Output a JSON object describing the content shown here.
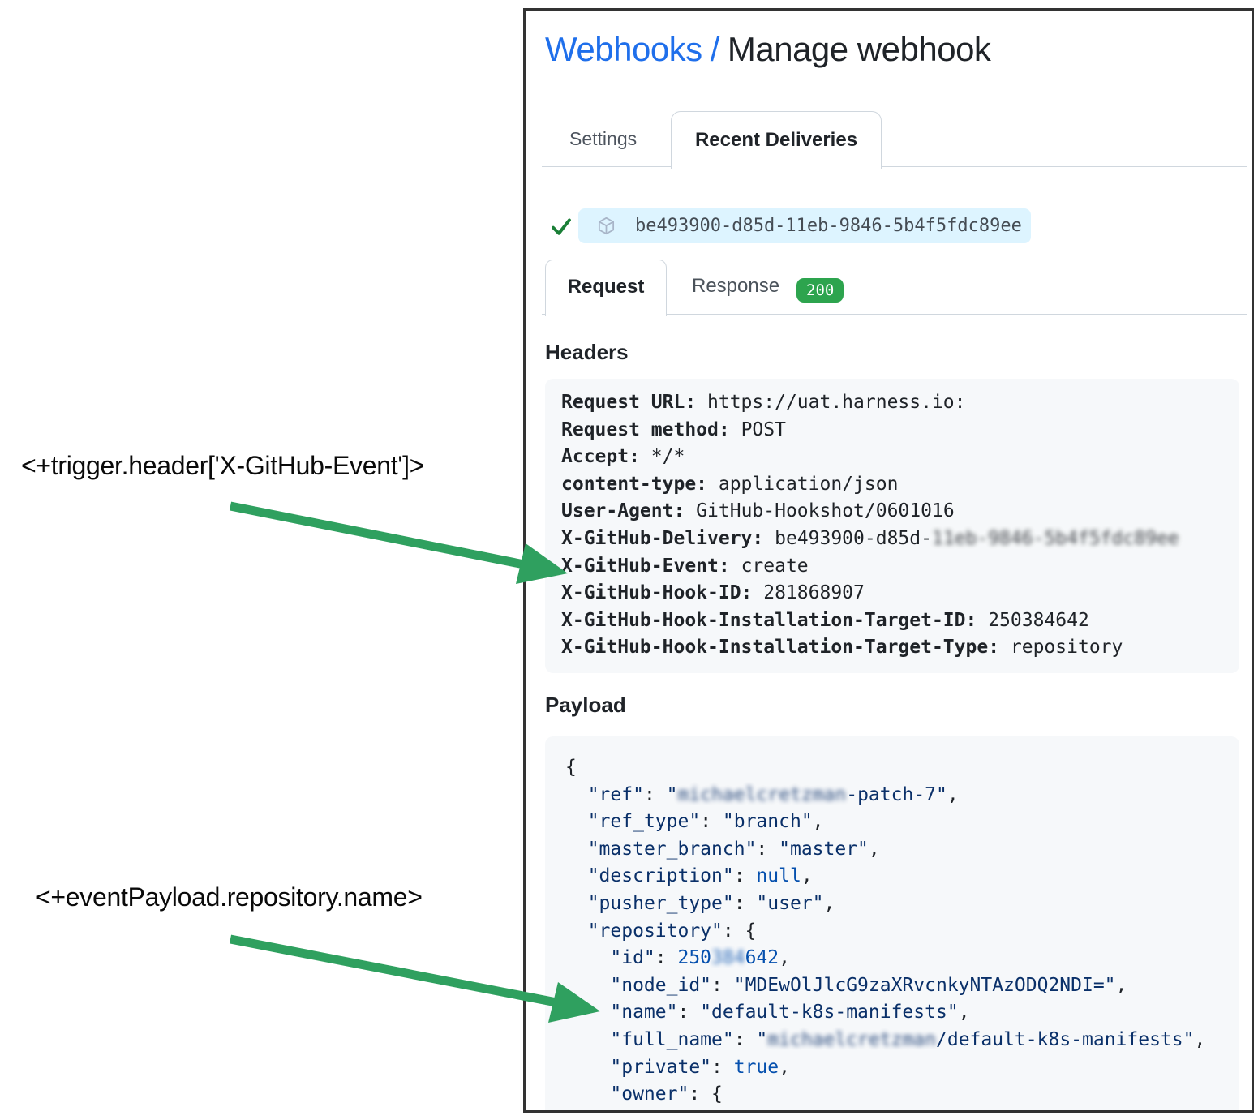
{
  "annotations": {
    "trigger_header": "<+trigger.header['X-GitHub-Event']>",
    "event_payload": "<+eventPayload.repository.name>"
  },
  "panel": {
    "breadcrumb": {
      "link": "Webhooks",
      "separator": "/",
      "current": "Manage webhook"
    },
    "tabs": {
      "settings": "Settings",
      "recent_deliveries": "Recent Deliveries"
    },
    "delivery": {
      "id": "be493900-d85d-11eb-9846-5b4f5fdc89ee"
    },
    "subtabs": {
      "request": "Request",
      "response": "Response",
      "status_code": "200"
    },
    "headers": {
      "title": "Headers",
      "rows": [
        {
          "name": "Request URL:",
          "value": "https://uat.harness.io:"
        },
        {
          "name": "Request method:",
          "value": "POST"
        },
        {
          "name": "Accept:",
          "value": "*/*"
        },
        {
          "name": "content-type:",
          "value": "application/json"
        },
        {
          "name": "User-Agent:",
          "value": "GitHub-Hookshot/0601016"
        },
        {
          "name": "X-GitHub-Delivery:",
          "value": "be493900-d85d-",
          "redacted": "11eb-9846-5b4f5fdc89ee"
        },
        {
          "name": "X-GitHub-Event:",
          "value": "create"
        },
        {
          "name": "X-GitHub-Hook-ID:",
          "value": "281868907"
        },
        {
          "name": "X-GitHub-Hook-Installation-Target-ID:",
          "value": "250384642"
        },
        {
          "name": "X-GitHub-Hook-Installation-Target-Type:",
          "value": "repository"
        }
      ]
    },
    "payload": {
      "title": "Payload",
      "lines": [
        [
          {
            "t": "{",
            "k": "p"
          }
        ],
        [
          {
            "t": "  ",
            "k": "p"
          },
          {
            "t": "\"ref\"",
            "k": "s"
          },
          {
            "t": ": ",
            "k": "p"
          },
          {
            "t": "\"",
            "k": "s"
          },
          {
            "t": "michaelcretzman",
            "k": "r"
          },
          {
            "t": "-patch-7\"",
            "k": "s"
          },
          {
            "t": ",",
            "k": "p"
          }
        ],
        [
          {
            "t": "  ",
            "k": "p"
          },
          {
            "t": "\"ref_type\"",
            "k": "s"
          },
          {
            "t": ": ",
            "k": "p"
          },
          {
            "t": "\"branch\"",
            "k": "s"
          },
          {
            "t": ",",
            "k": "p"
          }
        ],
        [
          {
            "t": "  ",
            "k": "p"
          },
          {
            "t": "\"master_branch\"",
            "k": "s"
          },
          {
            "t": ": ",
            "k": "p"
          },
          {
            "t": "\"master\"",
            "k": "s"
          },
          {
            "t": ",",
            "k": "p"
          }
        ],
        [
          {
            "t": "  ",
            "k": "p"
          },
          {
            "t": "\"description\"",
            "k": "s"
          },
          {
            "t": ": ",
            "k": "p"
          },
          {
            "t": "null",
            "k": "c"
          },
          {
            "t": ",",
            "k": "p"
          }
        ],
        [
          {
            "t": "  ",
            "k": "p"
          },
          {
            "t": "\"pusher_type\"",
            "k": "s"
          },
          {
            "t": ": ",
            "k": "p"
          },
          {
            "t": "\"user\"",
            "k": "s"
          },
          {
            "t": ",",
            "k": "p"
          }
        ],
        [
          {
            "t": "  ",
            "k": "p"
          },
          {
            "t": "\"repository\"",
            "k": "s"
          },
          {
            "t": ": {",
            "k": "p"
          }
        ],
        [
          {
            "t": "    ",
            "k": "p"
          },
          {
            "t": "\"id\"",
            "k": "s"
          },
          {
            "t": ": ",
            "k": "p"
          },
          {
            "t": "250",
            "k": "c"
          },
          {
            "t": "384",
            "k": "cr"
          },
          {
            "t": "642",
            "k": "c"
          },
          {
            "t": ",",
            "k": "p"
          }
        ],
        [
          {
            "t": "    ",
            "k": "p"
          },
          {
            "t": "\"node_id\"",
            "k": "s"
          },
          {
            "t": ": ",
            "k": "p"
          },
          {
            "t": "\"MDEwOlJlcG9zaXRvcnkyNTAzODQ2NDI=\"",
            "k": "s"
          },
          {
            "t": ",",
            "k": "p"
          }
        ],
        [
          {
            "t": "    ",
            "k": "p"
          },
          {
            "t": "\"name\"",
            "k": "s"
          },
          {
            "t": ": ",
            "k": "p"
          },
          {
            "t": "\"default-k8s-manifests\"",
            "k": "s"
          },
          {
            "t": ",",
            "k": "p"
          }
        ],
        [
          {
            "t": "    ",
            "k": "p"
          },
          {
            "t": "\"full_name\"",
            "k": "s"
          },
          {
            "t": ": ",
            "k": "p"
          },
          {
            "t": "\"",
            "k": "s"
          },
          {
            "t": "michaelcretzman",
            "k": "r"
          },
          {
            "t": "/default-k8s-manifests\"",
            "k": "s"
          },
          {
            "t": ",",
            "k": "p"
          }
        ],
        [
          {
            "t": "    ",
            "k": "p"
          },
          {
            "t": "\"private\"",
            "k": "s"
          },
          {
            "t": ": ",
            "k": "p"
          },
          {
            "t": "true",
            "k": "c"
          },
          {
            "t": ",",
            "k": "p"
          }
        ],
        [
          {
            "t": "    ",
            "k": "p"
          },
          {
            "t": "\"owner\"",
            "k": "s"
          },
          {
            "t": ": {",
            "k": "p"
          }
        ]
      ]
    }
  },
  "colors": {
    "link_blue": "#1f6feb",
    "text_dark": "#1f2328",
    "tab_inactive": "#4d545e",
    "border_gray": "#d0d7de",
    "panel_border": "#333333",
    "pill_bg": "#ddf4ff",
    "pill_text": "#454c54",
    "cube_icon": "#a8b5c8",
    "check_green": "#1a7f37",
    "badge_green": "#2da44e",
    "box_bg": "#f6f8fa",
    "code_punct": "#1f2328",
    "code_string": "#0a3069",
    "code_const": "#0550ae",
    "arrow_green": "#2fa05f"
  }
}
